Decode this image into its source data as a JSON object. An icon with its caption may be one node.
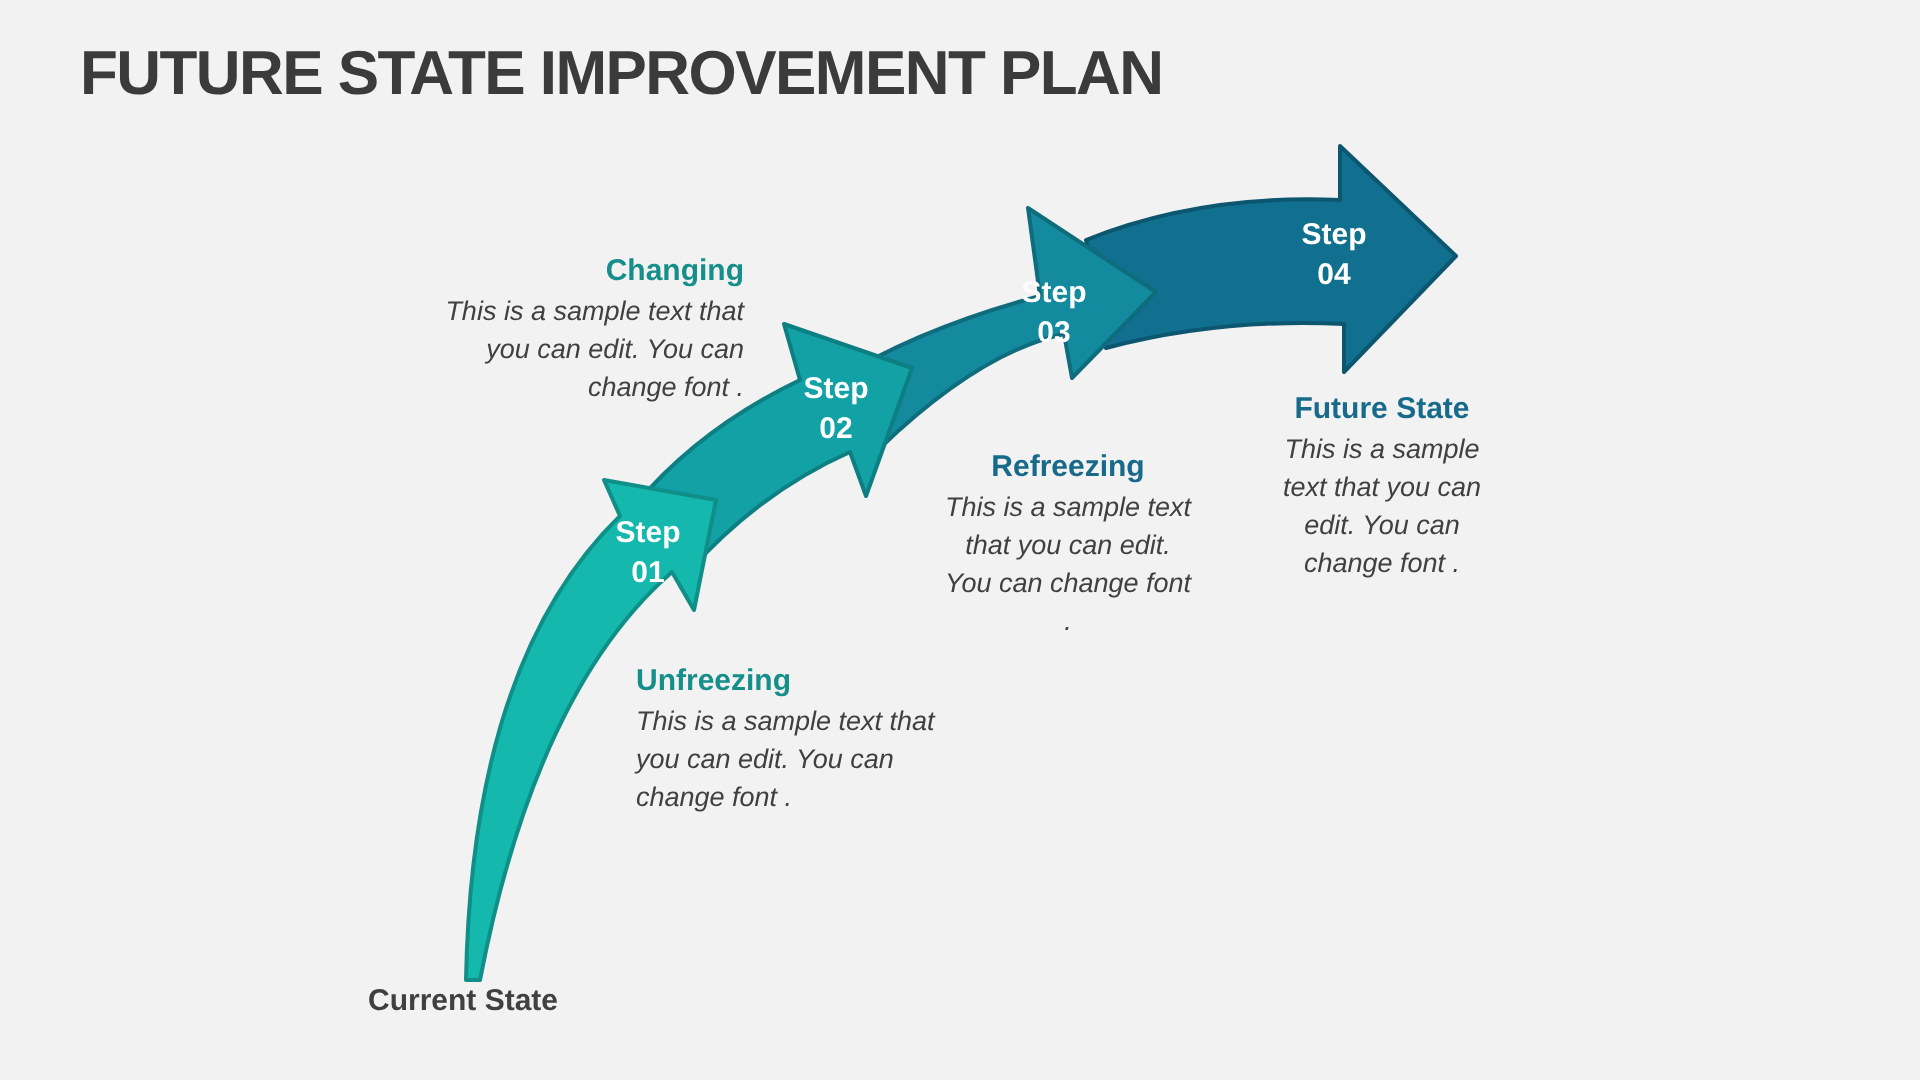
{
  "diagram": {
    "title": "FUTURE STATE IMPROVEMENT PLAN",
    "nodes": [
      {
        "text": [
          "Step 01"
        ],
        "beside": [
          "Unfreezing",
          "This is a sample text that you can edit. You can change font ."
        ]
      },
      {
        "text": [
          "Step 02"
        ],
        "beside": [
          "Changing",
          "This is a sample text that you can edit. You can change font ."
        ]
      },
      {
        "text": [
          "Step 03"
        ],
        "beside": [
          "Refreezing",
          "This is a sample text that you can edit. You can change font ."
        ]
      },
      {
        "text": [
          "Step 04"
        ],
        "beside": [
          "Future State",
          "This is a sample text that you can edit. You can change font ."
        ]
      }
    ],
    "labels": [
      "Current State"
    ]
  }
}
